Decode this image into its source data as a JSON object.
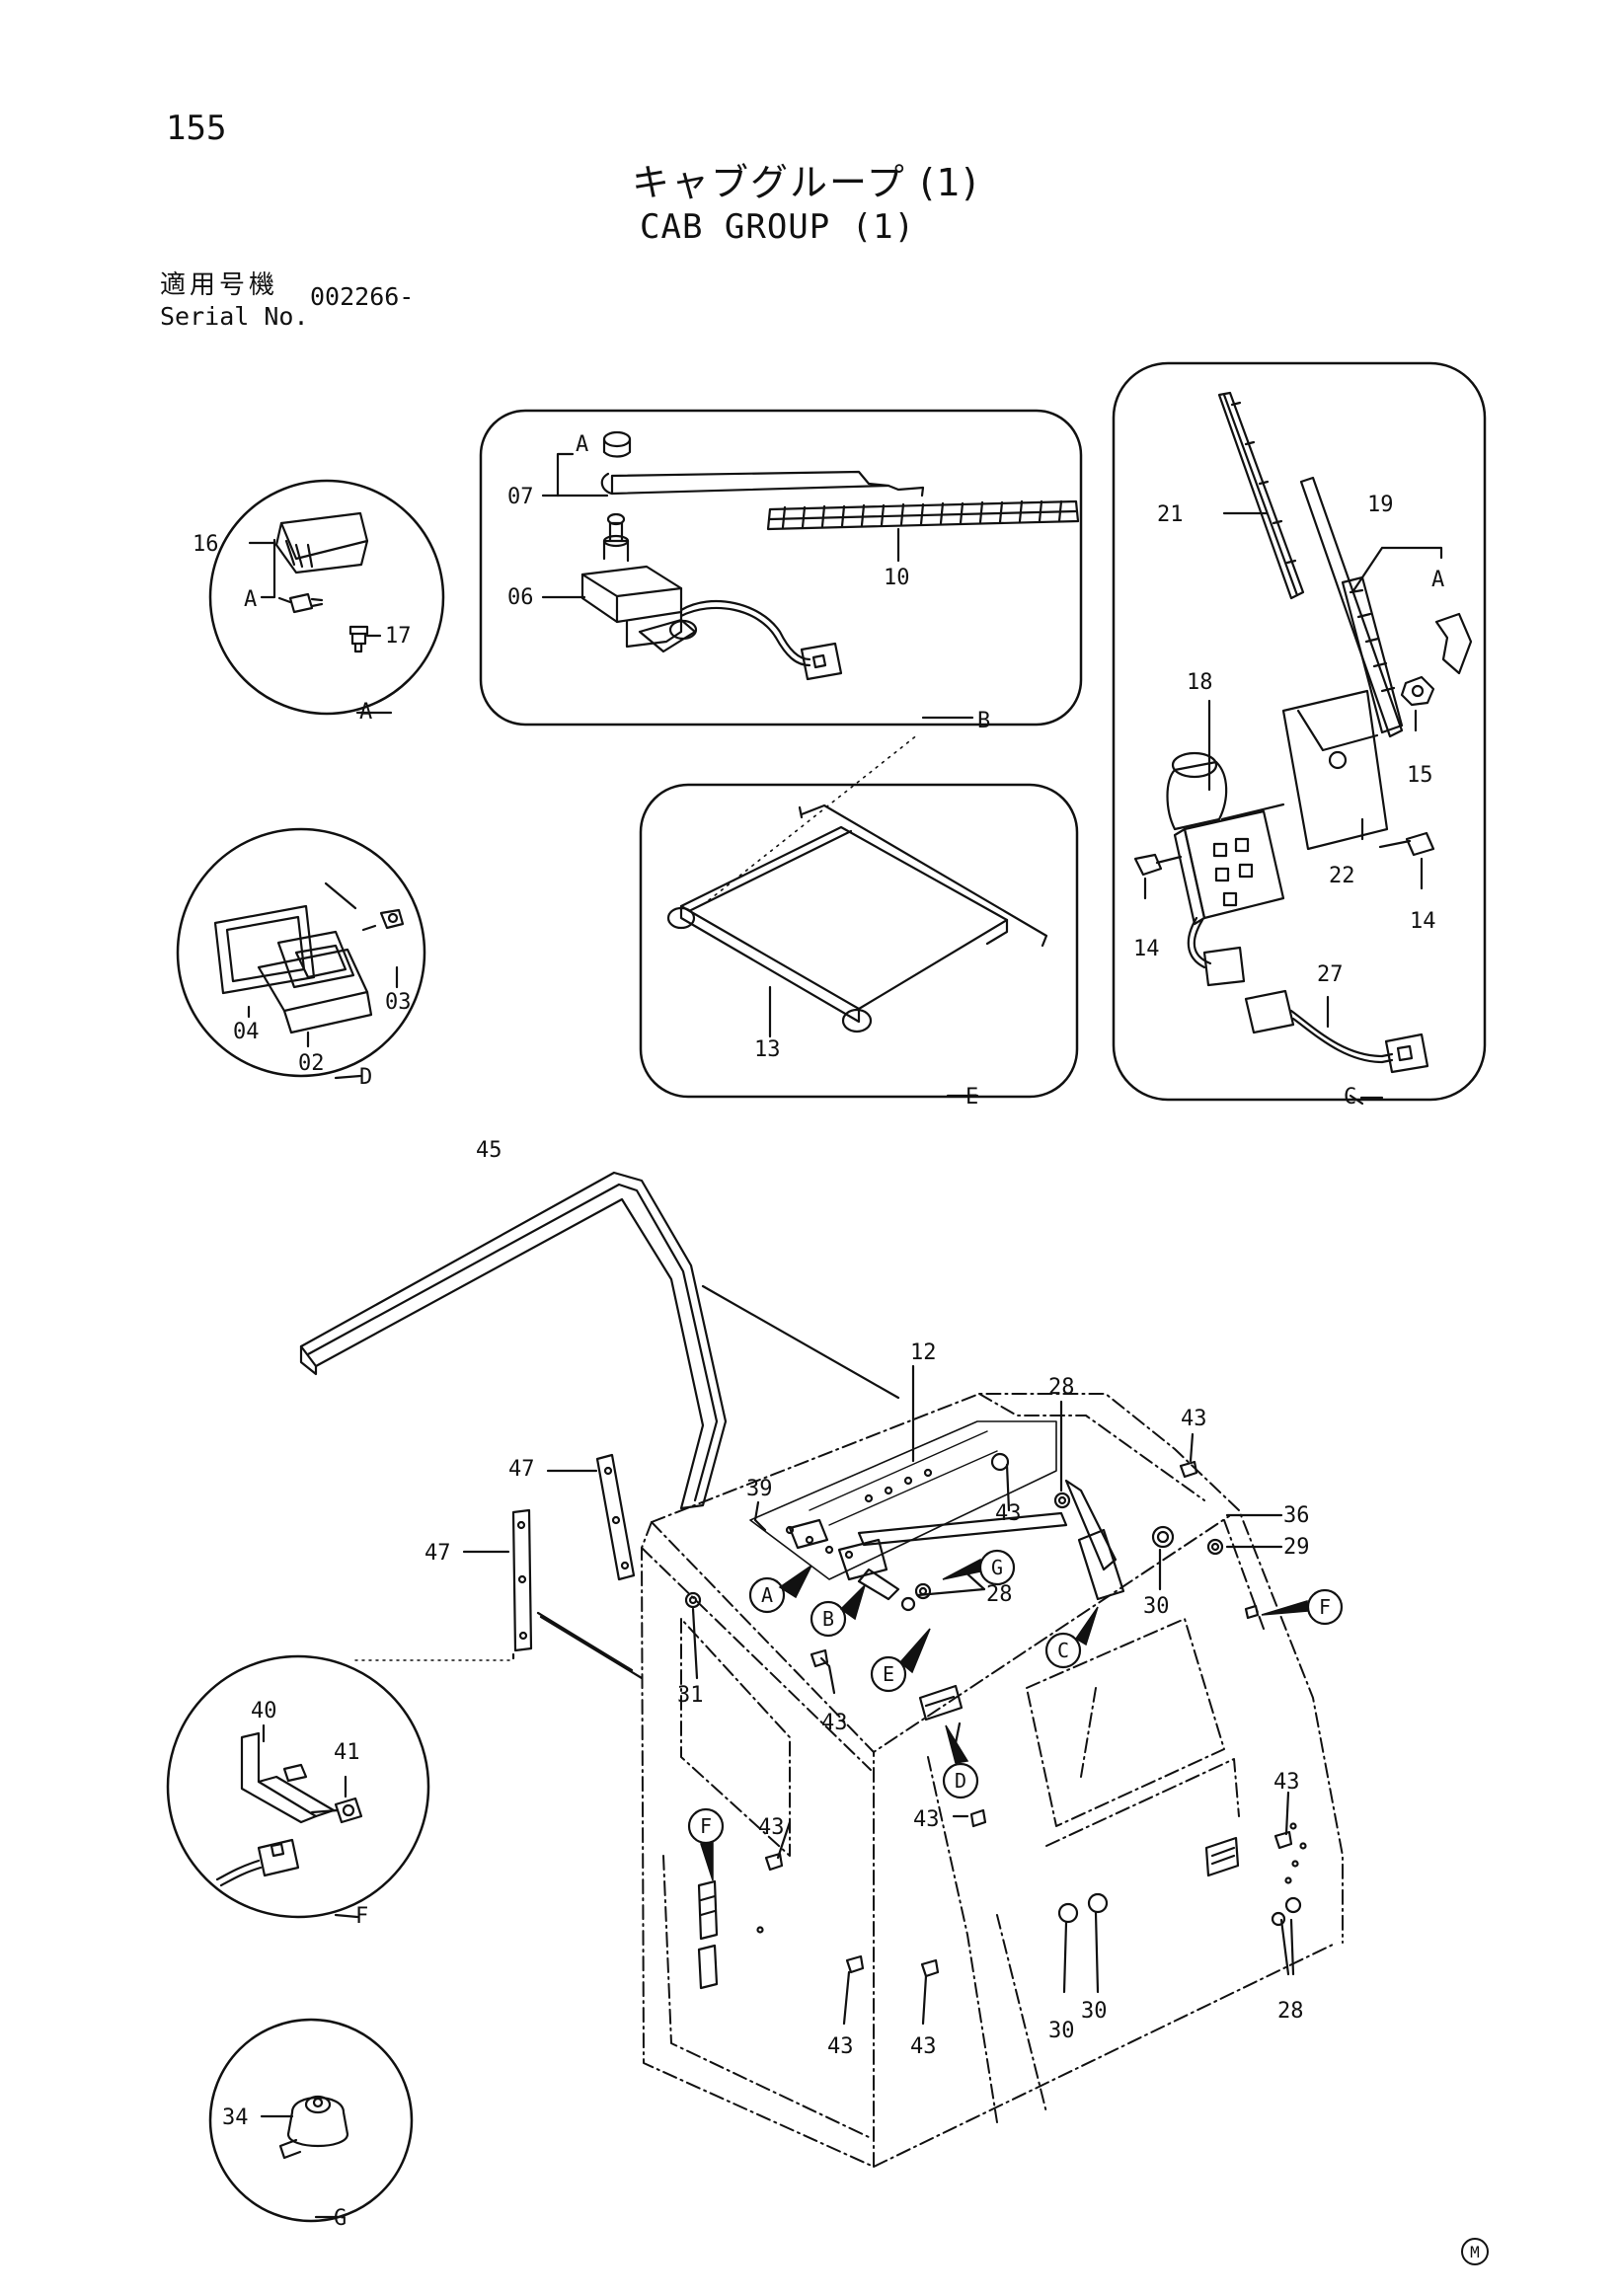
{
  "header": {
    "page_number": "155",
    "title_jp": "キャブグループ (1)",
    "title_en": "CAB GROUP (1)",
    "serial_label_jp": "適用号機",
    "serial_label_en": "Serial No.",
    "serial_value": "002266-"
  },
  "details": [
    {
      "letter": "A",
      "parts": [
        "16",
        "A",
        "17"
      ]
    },
    {
      "letter": "B",
      "parts": [
        "A",
        "07",
        "06",
        "10"
      ]
    },
    {
      "letter": "C",
      "parts": [
        "21",
        "19",
        "A",
        "18",
        "15",
        "22",
        "14",
        "14",
        "27"
      ]
    },
    {
      "letter": "D",
      "parts": [
        "04",
        "02",
        "03"
      ]
    },
    {
      "letter": "E",
      "parts": [
        "13"
      ]
    },
    {
      "letter": "F",
      "parts": [
        "40",
        "41"
      ]
    },
    {
      "letter": "G",
      "parts": [
        "34"
      ]
    }
  ],
  "main_labels": [
    "45",
    "12",
    "28",
    "43",
    "47",
    "39",
    "36",
    "47",
    "43",
    "29",
    "28",
    "30",
    "31",
    "43",
    "43",
    "43",
    "43",
    "43",
    "43",
    "30",
    "30",
    "28"
  ],
  "callouts": [
    "A",
    "B",
    "C",
    "D",
    "E",
    "F",
    "G",
    "F"
  ],
  "footer_mark": "M"
}
